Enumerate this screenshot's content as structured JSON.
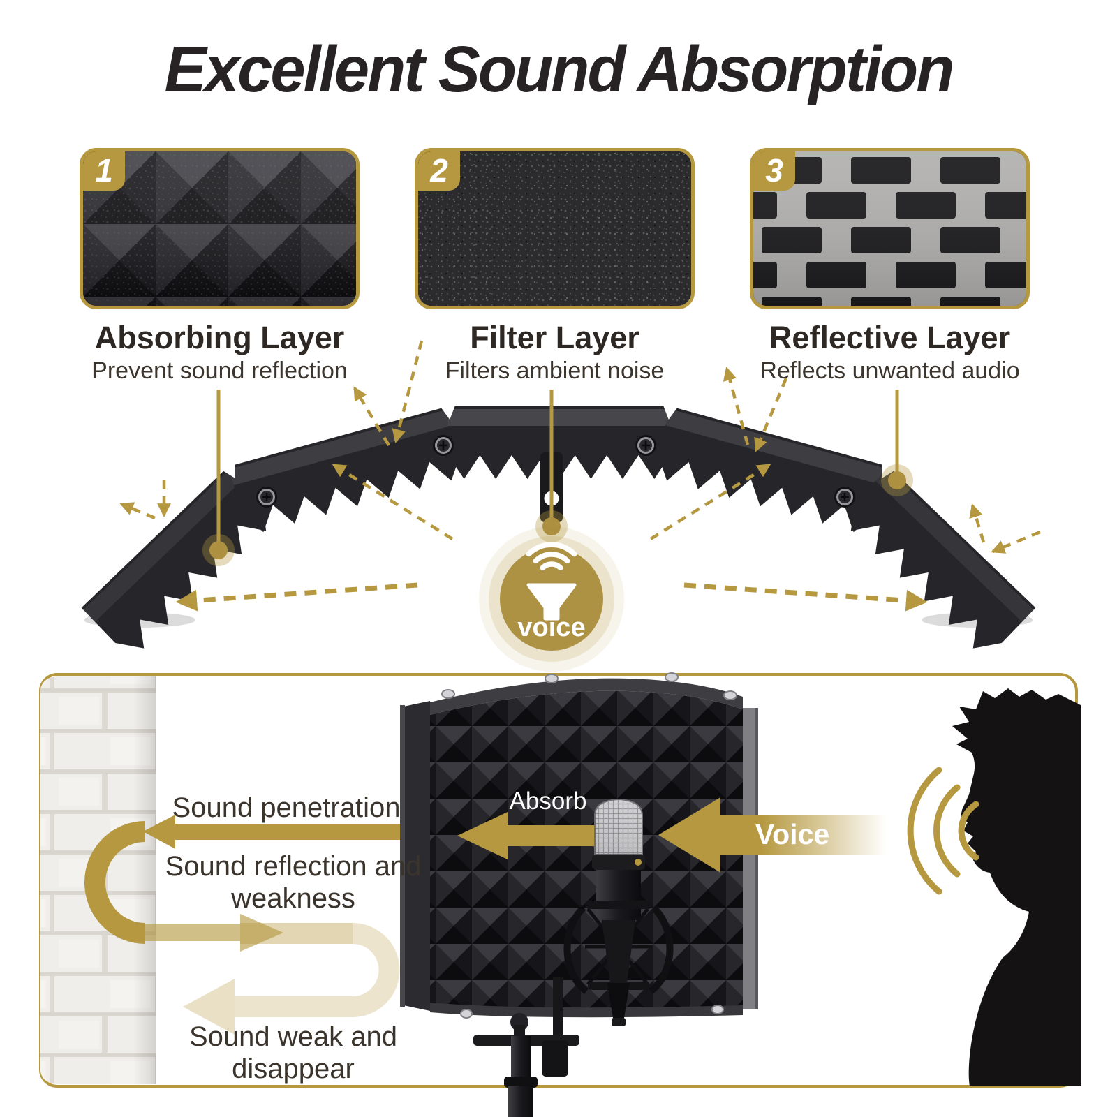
{
  "title": "Excellent Sound Absorption",
  "colors": {
    "gold": "#b5983f",
    "gold_border": "#b6993f",
    "title_ink": "#272223",
    "heading_ink": "#2e2825",
    "body_ink": "#3c352e",
    "foam_dark": "#26262a",
    "frame_dark": "#3d3d42"
  },
  "layers": [
    {
      "number": "1",
      "name": "Absorbing Layer",
      "description": "Prevent sound reflection",
      "texture": "pyramid-foam-photo"
    },
    {
      "number": "2",
      "name": "Filter Layer",
      "description": "Filters ambient noise",
      "texture": "dense-foam-photo"
    },
    {
      "number": "3",
      "name": "Reflective Layer",
      "description": "Reflects unwanted audio",
      "texture": "perforated-metal-photo"
    }
  ],
  "shield_diagram": {
    "voice_badge": {
      "label": "voice",
      "icon": "speaker-waves-icon"
    }
  },
  "absorption_scene": {
    "labels": {
      "sound_penetration": "Sound penetration",
      "sound_reflection": "Sound reflection and weakness",
      "sound_weak": "Sound weak and disappear",
      "absorb": "Absorb",
      "voice": "Voice"
    }
  }
}
